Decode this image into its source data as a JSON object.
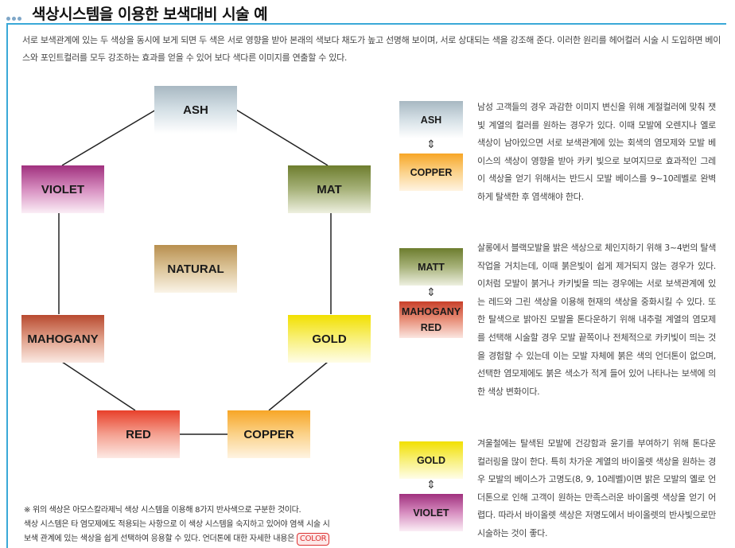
{
  "header": {
    "title": "색상시스템을 이용한 보색대비 시술 예"
  },
  "intro": "서로 보색관계에 있는 두 색상을 동시에 보게 되면 두 색은 서로 영향을 받아 본래의 색보다 채도가 높고 선명해 보이며, 서로 상대되는 색을 강조해 준다. 이러한 원리를 헤어컬러 시술 시 도입하면 베이스와 포인트컬러를 모두 강조하는 효과를 얻을 수 있어 보다 색다른 이미지를 연출할 수 있다.",
  "wheel": {
    "ash": "ASH",
    "mat": "MAT",
    "gold": "GOLD",
    "copper": "COPPER",
    "red": "RED",
    "mahogany": "MAHOGANY",
    "violet": "VIOLET",
    "natural": "NATURAL"
  },
  "pairs": [
    {
      "top": "ASH",
      "bottom": "COPPER",
      "arrow": "⇕",
      "text": "남성 고객들의 경우 과감한 이미지 변신을 위해 계절컬러에 맞춰 잿빛 계열의 컬러를 원하는 경우가 있다. 이때 모발에 오렌지나 옐로 색상이 남아있으면 서로 보색관계에 있는 회색의 염모제와 모발 베이스의 색상이 영향을 받아 카키 빛으로 보여지므로 효과적인 그레이 색상을 얻기 위해서는 반드시 모발 베이스를 9~10레벨로 완벽하게 탈색한 후 염색해야 한다."
    },
    {
      "top": "MATT",
      "bottom": "MAHOGANY RED",
      "arrow": "⇕",
      "text": "살롱에서 블랙모발을 밝은 색상으로 체인지하기 위해 3~4번의 탈색작업을 거치는데, 이때 붉은빛이 쉽게 제거되지 않는 경우가 있다. 이처럼 모발이 붉거나 카키빛을 띄는 경우에는 서로 보색관계에 있는 레드와 그린 색상을 이용해 현재의 색상을 중화시킬 수 있다. 또한 탈색으로 밝아진 모발을 톤다운하기 위해 내추럴 계열의 염모제를 선택해 시술할 경우 모발 끝쪽이나 전체적으로 카키빛이 띄는 것을 경험할 수 있는데 이는 모발 자체에 붉은 색의 언더톤이 없으며, 선택한 염모제에도 붉은 색소가 적게 들어 있어 나타나는 보색에 의한 색상 변화이다."
    },
    {
      "top": "GOLD",
      "bottom": "VIOLET",
      "arrow": "⇕",
      "text": "겨울철에는 탈색된 모발에 건강함과 윤기를 부여하기 위해 톤다운 컬러링을 많이 한다. 특히 차가운 계열의 바이올렛 색상을 원하는 경우 모발의 베이스가 고명도(8, 9, 10레벨)이면 밝은 모발의 옐로 언더톤으로 인해 고객이 원하는 만족스러운 바이올렛 색상을 얻기 어렵다. 따라서 바이올렛 색상은 저명도에서 바이올렛의 반사빛으로만 시술하는 것이 좋다."
    }
  ],
  "note": {
    "line1": "※ 위의 색상은 아모스칼라제닉 색상 시스템을 이용해 8가지 반사색으로 구분한 것이다.",
    "line2": "색상 시스템은 타 염모제에도 적용되는 사항으로 이 색상 시스템을 숙지하고 있어야 염색 시술 시",
    "line3": "보색 관계에 있는 색상을 쉽게 선택하여 응용할 수 있다. 언더톤에 대한 자세한 내용은",
    "tag": "COLOR"
  }
}
